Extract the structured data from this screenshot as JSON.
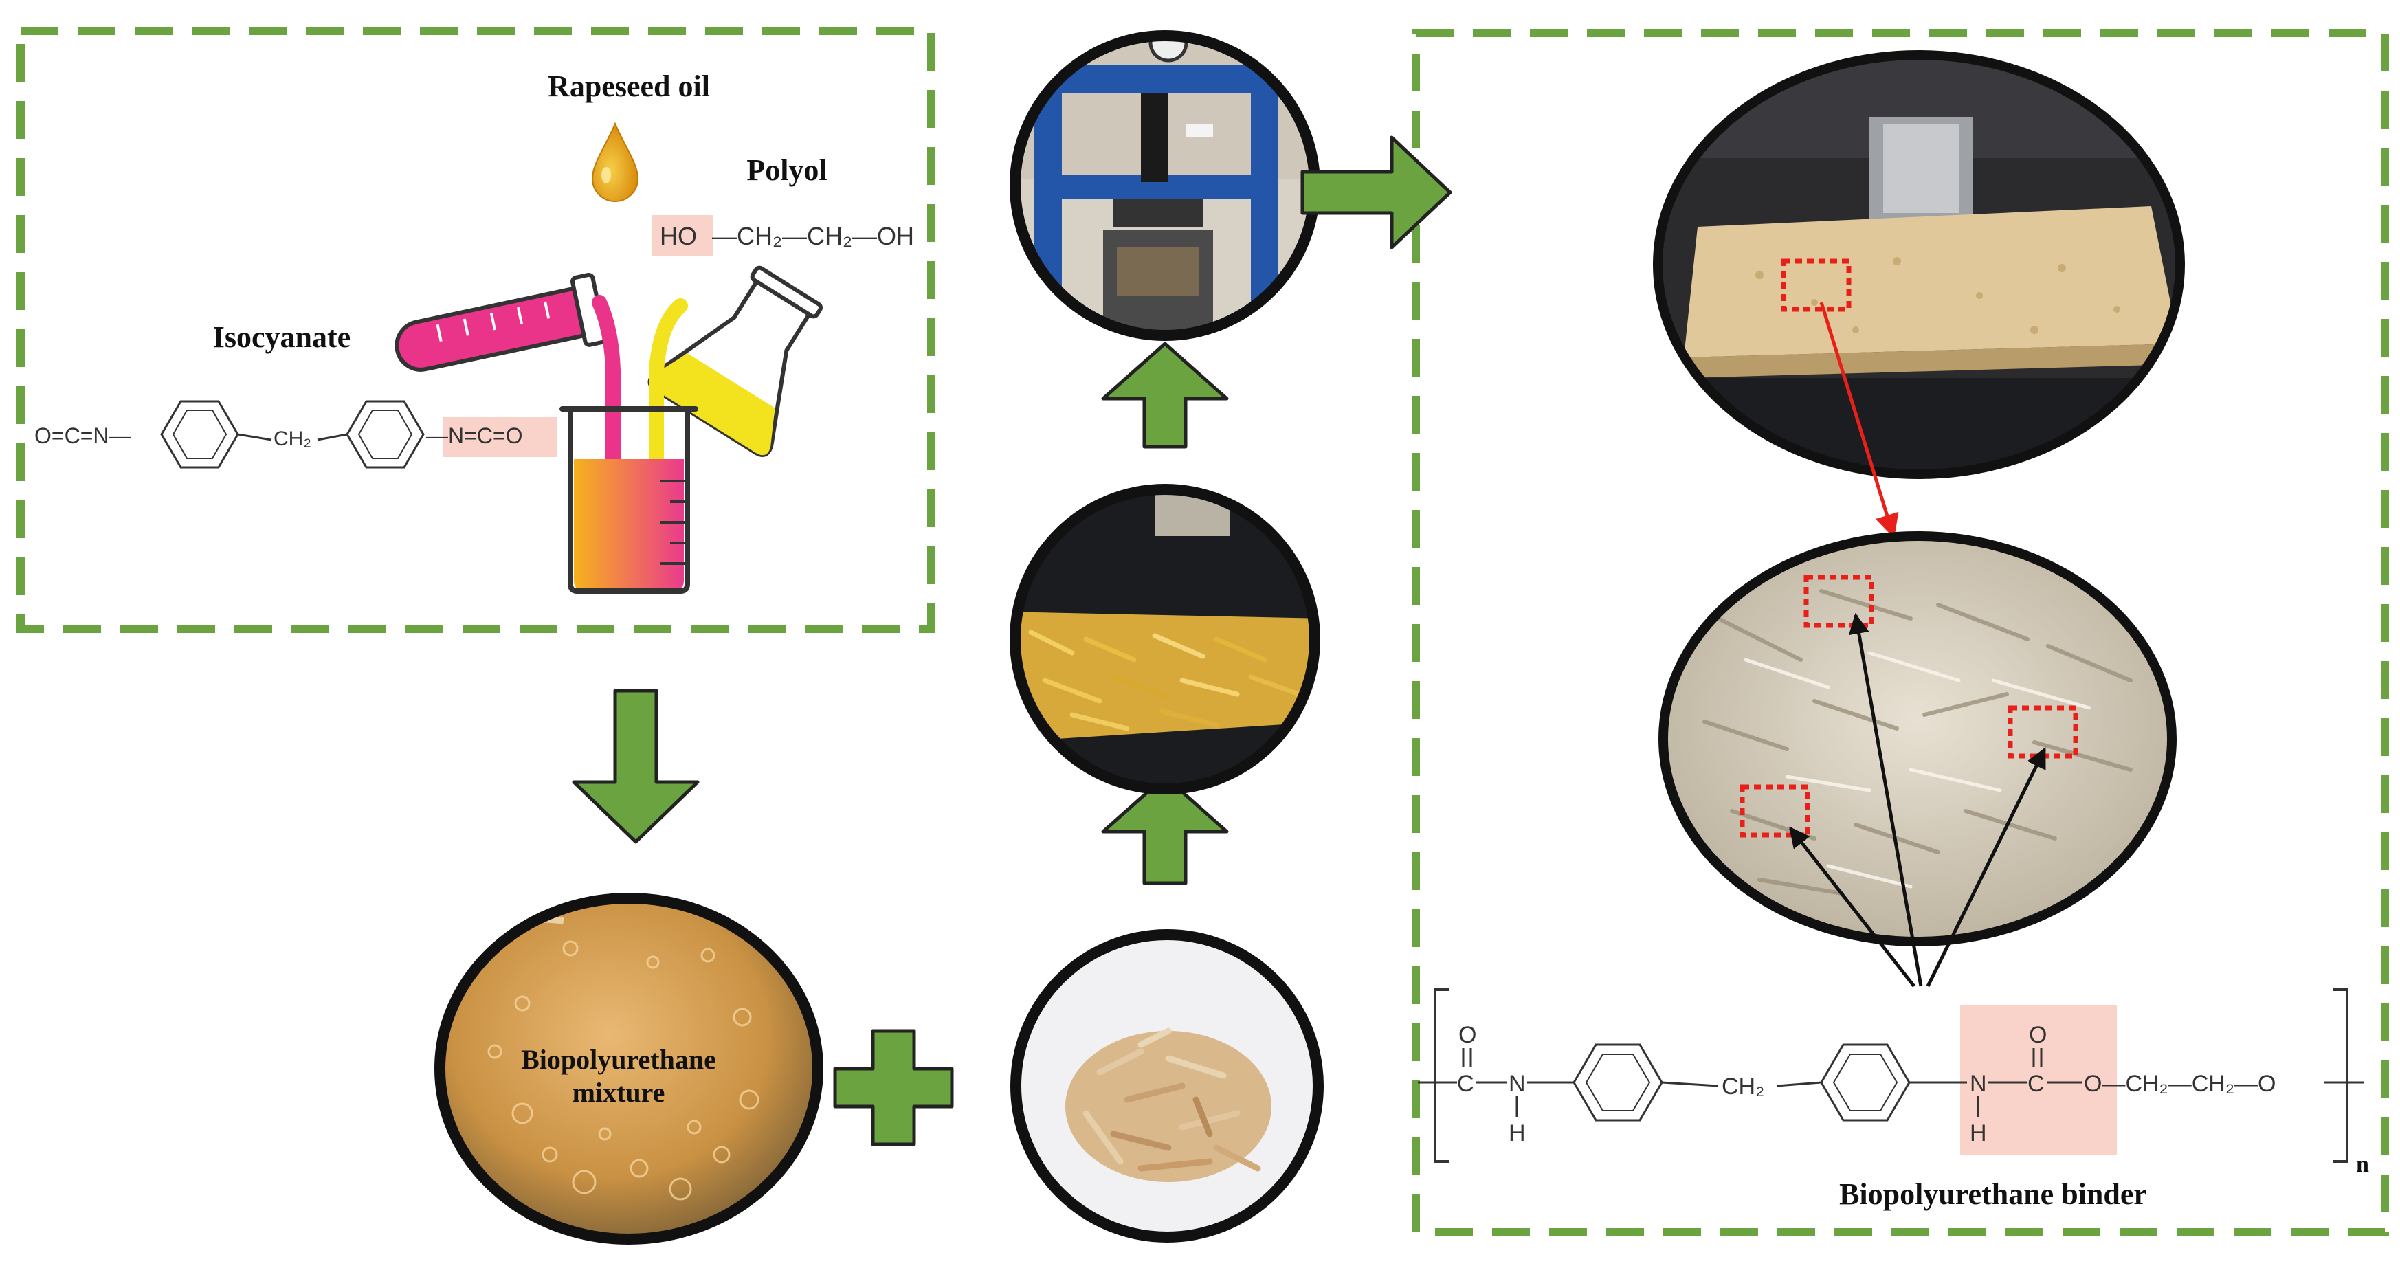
{
  "labels": {
    "rapeseed_oil": "Rapeseed oil",
    "polyol": "Polyol",
    "isocyanate": "Isocyanate",
    "biopu_mixture_line1": "Biopolyurethane",
    "biopu_mixture_line2": "mixture",
    "binder": "Biopolyurethane binder"
  },
  "chemistry": {
    "polyol_ho": "HO",
    "polyol_chain": "—CH₂—CH₂—OH",
    "isocyanate_left": "O=C=N—",
    "isocyanate_ch2": "CH₂",
    "isocyanate_right": "—N=C=O",
    "binder_o1": "O",
    "binder_c1": "C",
    "binder_n1": "N",
    "binder_h1": "H",
    "binder_ch2": "CH₂",
    "binder_n2": "N",
    "binder_h2": "H",
    "binder_o2": "O",
    "binder_c2": "C",
    "binder_tail": "O—CH₂—CH₂—O",
    "repeat_n": "n"
  },
  "colors": {
    "dashed_border": "#6aa33f",
    "arrow_green": "#6aa33f",
    "highlight_pink": "#f9d3c9",
    "red_box": "#e8201a",
    "oil_drop": "#e8a317",
    "isocyanate_liquid": "#e9348a",
    "polyol_liquid": "#f3e21e"
  }
}
